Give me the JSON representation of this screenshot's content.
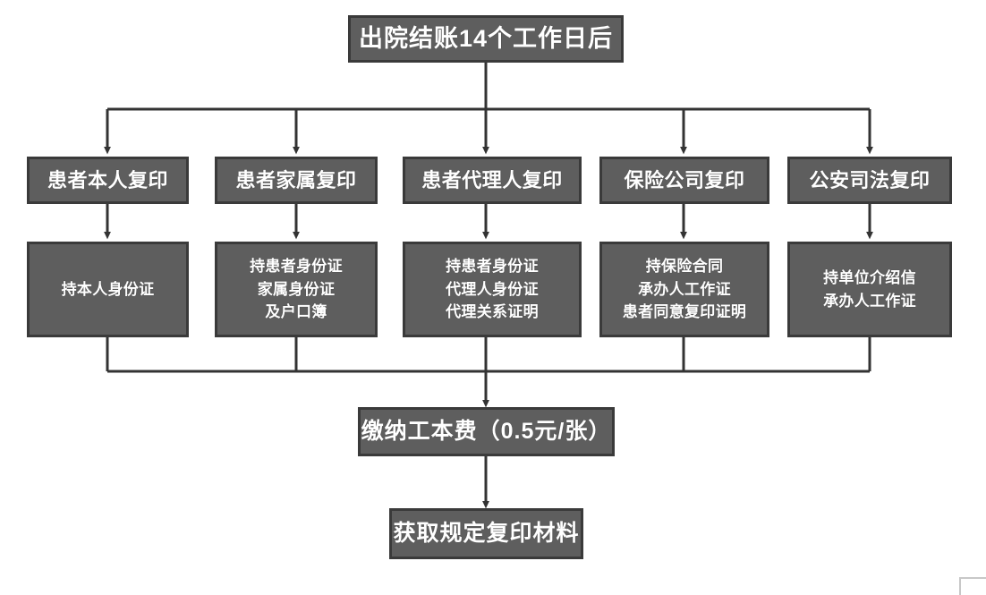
{
  "diagram": {
    "title": "出院结账14个工作日后",
    "background_color": "#ffffff",
    "node_fill_color": "#5e5e5e",
    "node_border_color": "#3a3a3a",
    "node_text_color": "#ffffff",
    "connector_color": "#333333",
    "start": {
      "label": "出院结账14个工作日后"
    },
    "branches": [
      {
        "id": "self",
        "header": "患者本人复印",
        "detail": "持本人身份证"
      },
      {
        "id": "family",
        "header": "患者家属复印",
        "detail": "持患者身份证\n家属身份证\n及户口簿"
      },
      {
        "id": "agent",
        "header": "患者代理人复印",
        "detail": "持患者身份证\n代理人身份证\n代理关系证明"
      },
      {
        "id": "insurance",
        "header": "保险公司复印",
        "detail": "持保险合同\n承办人工作证\n患者同意复印证明"
      },
      {
        "id": "police",
        "header": "公安司法复印",
        "detail": "持单位介绍信\n承办人工作证"
      }
    ],
    "fee": {
      "label": "缴纳工本费（0.5元/张）",
      "amount": "0.5元/张"
    },
    "final": {
      "label": "获取规定复印材料"
    }
  }
}
